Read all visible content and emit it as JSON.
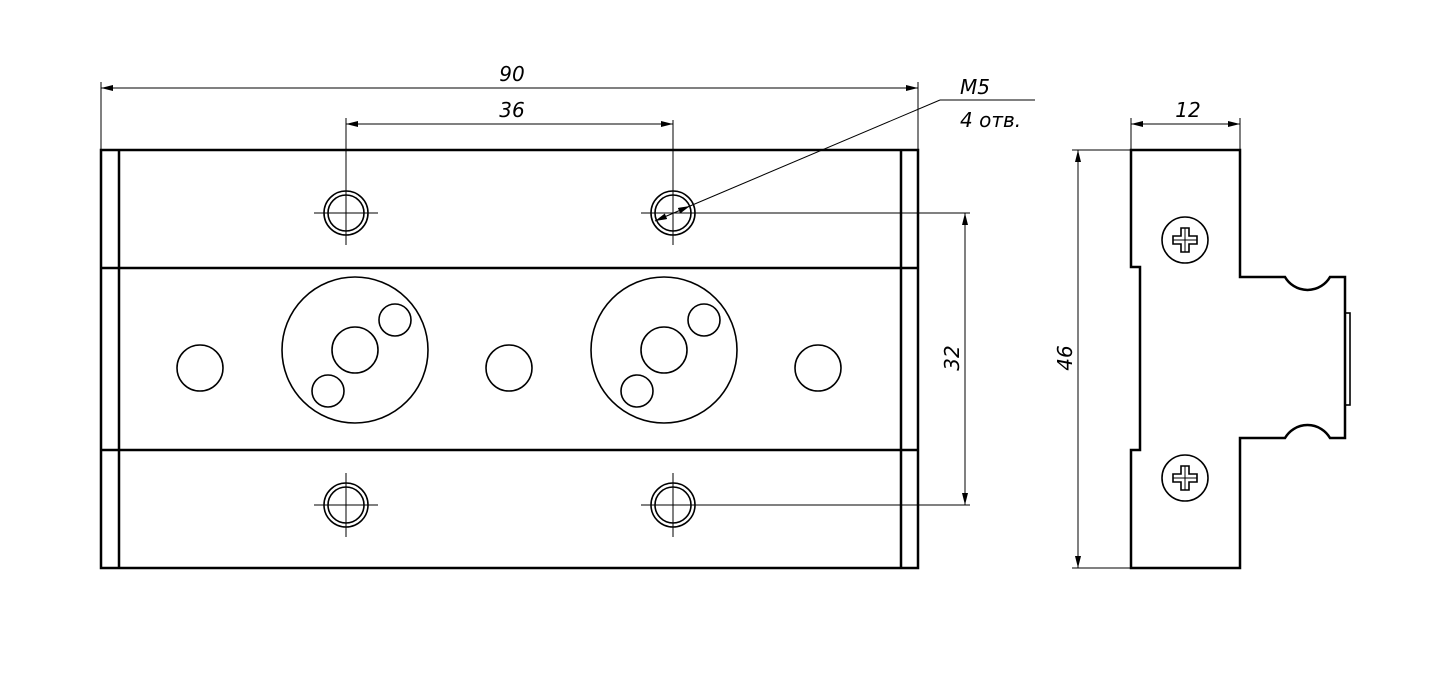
{
  "dimensions": {
    "overall_width": "90",
    "hole_spacing": "36",
    "vertical_spacing": "32",
    "thread_label": "M5",
    "thread_count": "4 отв.",
    "side_width": "12",
    "side_height": "46"
  },
  "colors": {
    "line": "#000000",
    "background": "#ffffff"
  }
}
